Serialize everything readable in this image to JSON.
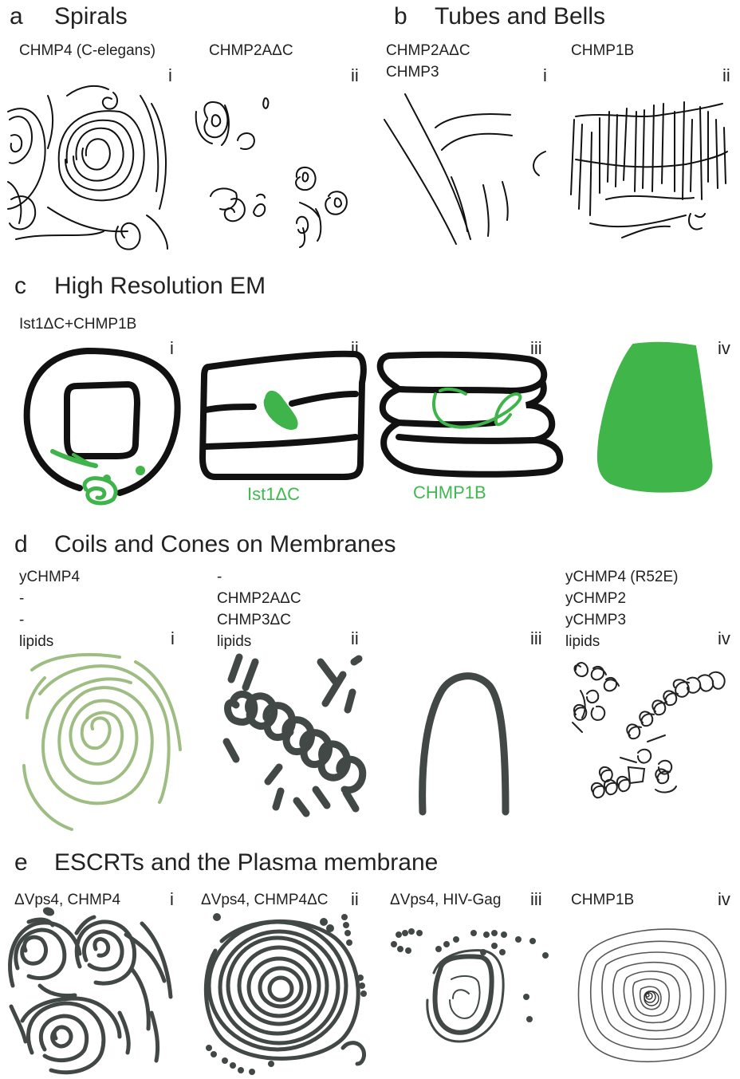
{
  "colors": {
    "black": "#111111",
    "green": "#3fb44a",
    "light_green": "#9ebd82",
    "dark_gray": "#414846"
  },
  "a": {
    "letter": "a",
    "title": "Spirals",
    "panels": [
      {
        "label": "CHMP4 (C-elegans)",
        "roman": "i"
      },
      {
        "label": "CHMP2AΔC",
        "roman": "ii"
      }
    ]
  },
  "b": {
    "letter": "b",
    "title": "Tubes and Bells",
    "panels": [
      {
        "label": "CHMP2AΔC\nCHMP3",
        "roman": "i"
      },
      {
        "label": "CHMP1B",
        "roman": "ii"
      }
    ]
  },
  "c": {
    "letter": "c",
    "title": "High Resolution EM",
    "construct": "Ist1ΔC+CHMP1B",
    "romans": [
      "i",
      "ii",
      "iii",
      "iv"
    ],
    "green_labels": [
      "Ist1ΔC",
      "CHMP1B"
    ]
  },
  "d": {
    "letter": "d",
    "title": "Coils and Cones on Membranes",
    "panels": [
      {
        "label": "yCHMP4\n-\n-\nlipids",
        "roman": "i"
      },
      {
        "label": "-\nCHMP2AΔC\nCHMP3ΔC\nlipids",
        "roman": "ii"
      },
      {
        "label": "",
        "roman": "iii"
      },
      {
        "label": "yCHMP4 (R52E)\nyCHMP2\nyCHMP3\nlipids",
        "roman": "iv"
      }
    ]
  },
  "e": {
    "letter": "e",
    "title": "ESCRTs and the Plasma membrane",
    "panels": [
      {
        "label": "ΔVps4, CHMP4",
        "roman": "i"
      },
      {
        "label": "ΔVps4, CHMP4ΔC",
        "roman": "ii"
      },
      {
        "label": "ΔVps4, HIV-Gag",
        "roman": "iii"
      },
      {
        "label": "CHMP1B",
        "roman": "iv"
      }
    ]
  }
}
